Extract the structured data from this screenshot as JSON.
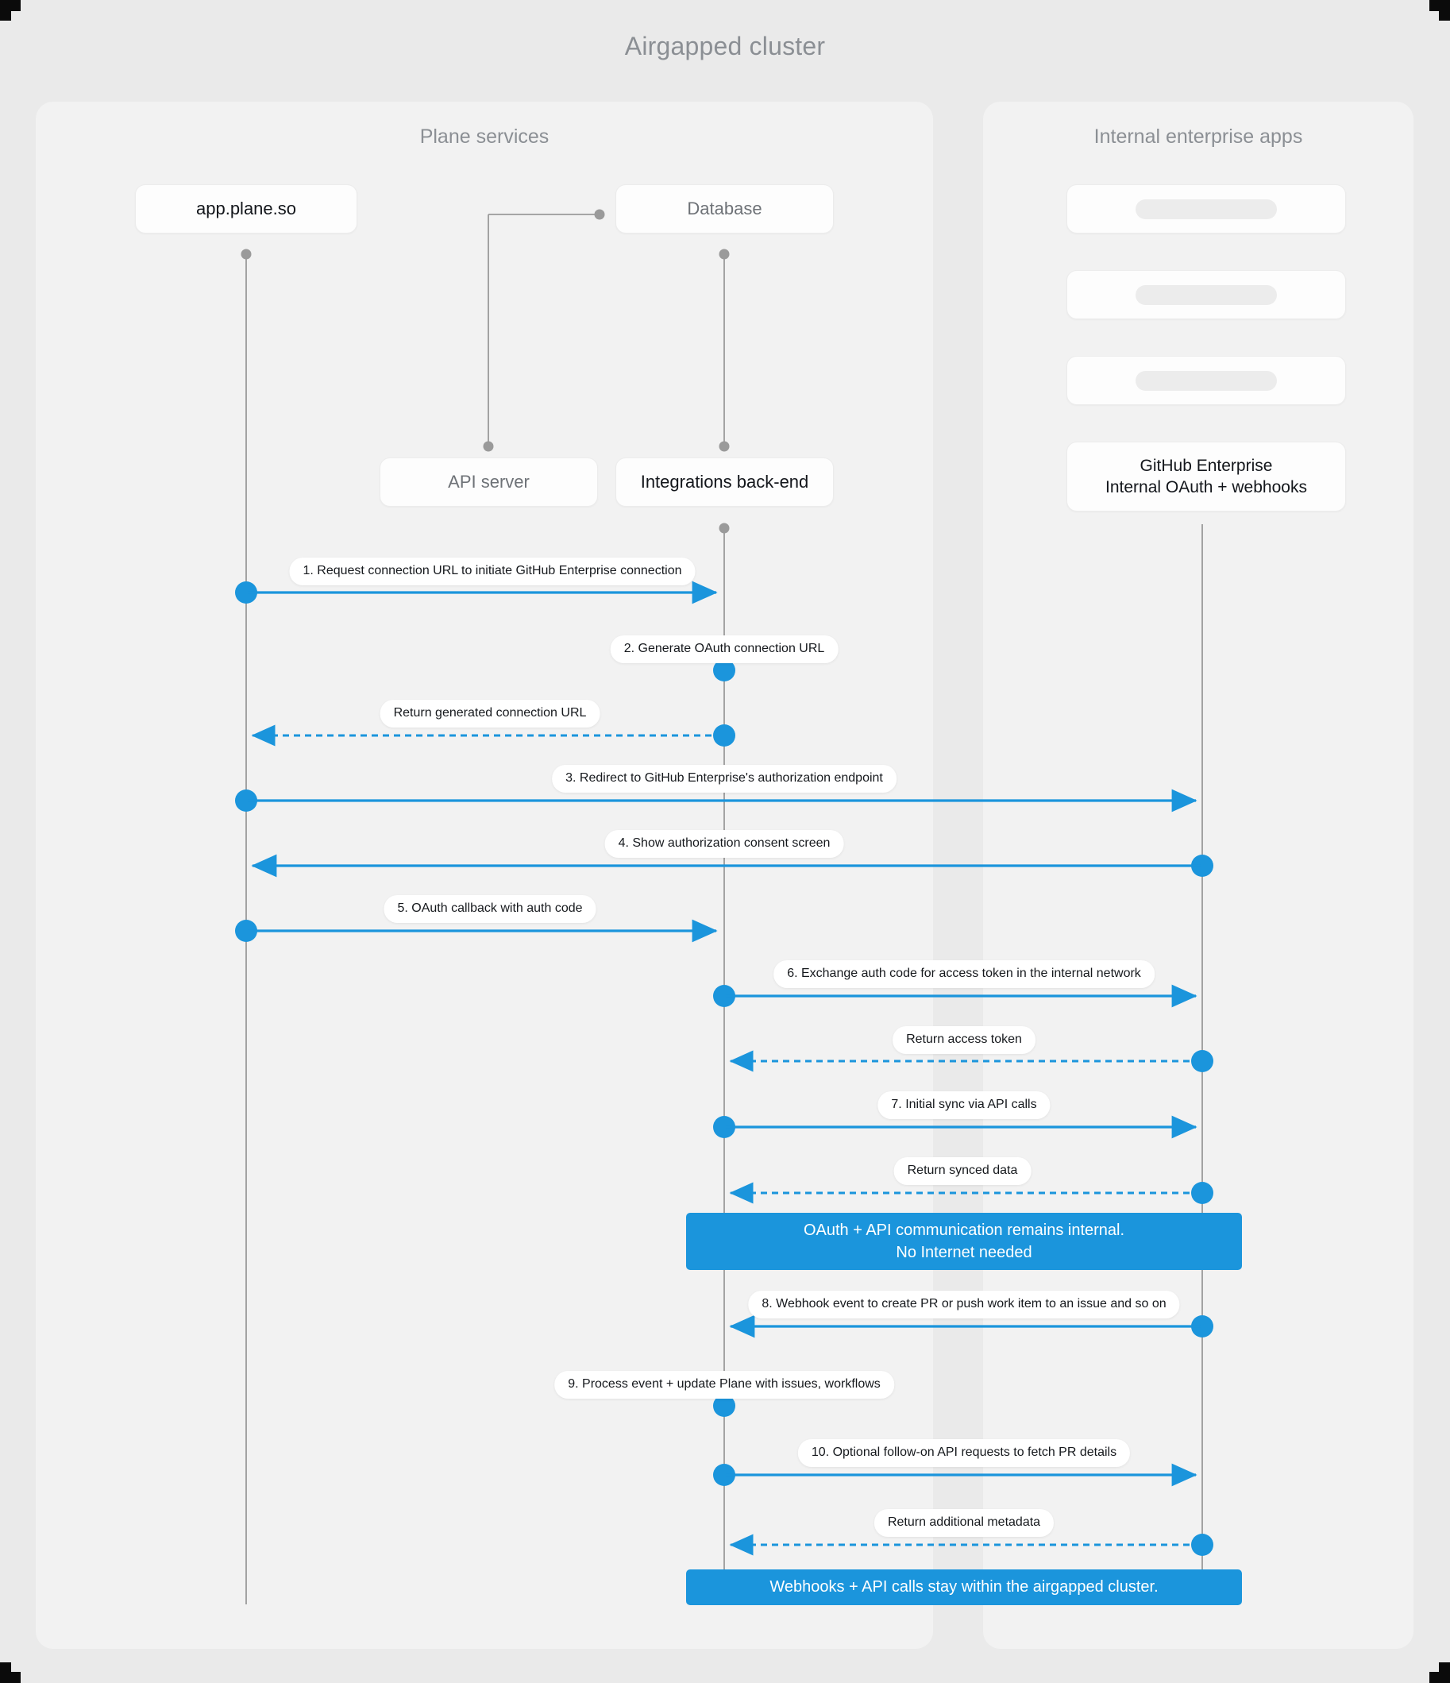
{
  "diagram": {
    "title": "Airgapped cluster",
    "accent_color": "#1b95dc",
    "lifeline_color": "#9a9a9a",
    "panel_bg": "#f2f2f2",
    "canvas_bg": "#eaeaea"
  },
  "panels": [
    {
      "id": "plane-services",
      "title": "Plane services"
    },
    {
      "id": "internal-enterprise-apps",
      "title": "Internal enterprise apps"
    }
  ],
  "nodes": {
    "app_plane": "app.plane.so",
    "database": "Database",
    "api_server": "API server",
    "integrations_backend": "Integrations back-end",
    "external_placeholder_1": "",
    "external_placeholder_2": "",
    "external_placeholder_3": "",
    "github_enterprise_line1": "GitHub Enterprise",
    "github_enterprise_line2": "Internal OAuth + webhooks"
  },
  "messages": [
    {
      "n": 1,
      "label": "1. Request connection URL to initiate GitHub Enterprise connection",
      "from": "app_plane",
      "to": "integrations_backend",
      "style": "solid",
      "dir": "right"
    },
    {
      "n": 2,
      "label": "2. Generate OAuth connection URL",
      "from": "integrations_backend",
      "to": "integrations_backend",
      "style": "self",
      "dir": "self"
    },
    {
      "n": 3,
      "label": "Return generated connection URL",
      "from": "integrations_backend",
      "to": "app_plane",
      "style": "dashed",
      "dir": "left"
    },
    {
      "n": 4,
      "label": "3. Redirect to GitHub Enterprise's authorization endpoint",
      "from": "app_plane",
      "to": "github_enterprise",
      "style": "solid",
      "dir": "right"
    },
    {
      "n": 5,
      "label": "4. Show authorization consent screen",
      "from": "github_enterprise",
      "to": "app_plane",
      "style": "solid",
      "dir": "left"
    },
    {
      "n": 6,
      "label": "5. OAuth callback with auth code",
      "from": "app_plane",
      "to": "integrations_backend",
      "style": "solid",
      "dir": "right"
    },
    {
      "n": 7,
      "label": "6. Exchange auth code for access token in the internal network",
      "from": "integrations_backend",
      "to": "github_enterprise",
      "style": "solid",
      "dir": "right"
    },
    {
      "n": 8,
      "label": "Return access token",
      "from": "github_enterprise",
      "to": "integrations_backend",
      "style": "dashed",
      "dir": "left"
    },
    {
      "n": 9,
      "label": "7. Initial sync via API calls",
      "from": "integrations_backend",
      "to": "github_enterprise",
      "style": "solid",
      "dir": "right"
    },
    {
      "n": 10,
      "label": "Return synced data",
      "from": "github_enterprise",
      "to": "integrations_backend",
      "style": "dashed",
      "dir": "left"
    },
    {
      "n": 11,
      "label": "8. Webhook event to create PR  or push work item to an issue  and so on",
      "from": "github_enterprise",
      "to": "integrations_backend",
      "style": "solid",
      "dir": "left"
    },
    {
      "n": 12,
      "label": "9. Process event + update Plane with issues, workflows",
      "from": "integrations_backend",
      "to": "integrations_backend",
      "style": "self",
      "dir": "self"
    },
    {
      "n": 13,
      "label": "10. Optional follow-on API requests to fetch PR details",
      "from": "integrations_backend",
      "to": "github_enterprise",
      "style": "solid",
      "dir": "right"
    },
    {
      "n": 14,
      "label": "Return additional metadata",
      "from": "github_enterprise",
      "to": "integrations_backend",
      "style": "dashed",
      "dir": "left"
    }
  ],
  "notes": [
    {
      "id": "note-internal",
      "line1": "OAuth + API communication remains internal.",
      "line2": "No Internet needed"
    },
    {
      "id": "note-airgapped",
      "line1": "Webhooks + API calls stay within the airgapped cluster.",
      "line2": ""
    }
  ]
}
